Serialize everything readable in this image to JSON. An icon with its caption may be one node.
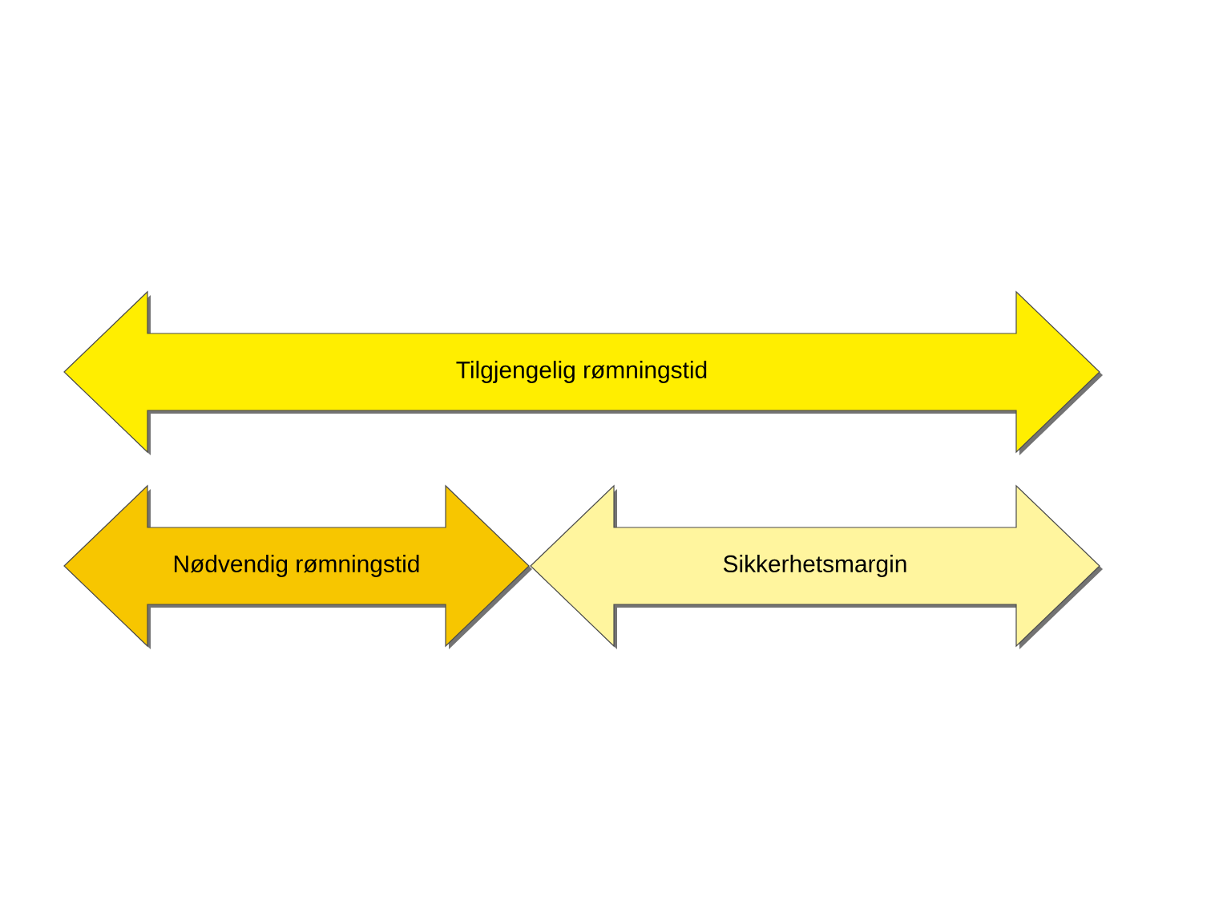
{
  "diagram": {
    "nodes": [
      {
        "text": [
          "Tilgjengelig rømningstid"
        ]
      },
      {
        "text": [
          "Nødvendig rømningstid"
        ]
      },
      {
        "text": [
          "Sikkerhetsmargin"
        ]
      }
    ]
  }
}
